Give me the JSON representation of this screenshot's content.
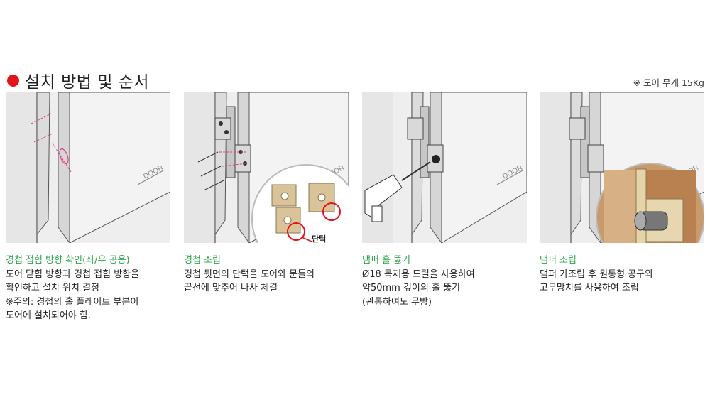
{
  "section": {
    "title": "설치 방법 및 순서",
    "note": "※ 도어 무게 15Kg"
  },
  "colors": {
    "accent_red": "#e3141b",
    "step_title_green": "#2aa34a",
    "panel_bg": "#eeeeee",
    "guide_magenta": "#e0408a"
  },
  "steps": [
    {
      "title": "경첩 접힘 방향 확인(좌/우 공용)",
      "lines": [
        "도어 닫힘 방향과 경첩 접힘 방향을",
        "확인하고 설치 위치 결정",
        "※주의: 경첩의 홀 플레이트 부분이",
        "도어에 설치되어야 함."
      ],
      "door_label": "DOOR"
    },
    {
      "title": "경첩 조립",
      "lines": [
        "경첩 뒷면의 단턱을 도어와 문틀의",
        "끝선에 맞추어 나사 체결"
      ],
      "door_label": "DOOR",
      "callout": "단턱"
    },
    {
      "title": "댐퍼 홀 뚫기",
      "lines": [
        "Ø18 목재용 드릴을 사용하여",
        "약50mm 깊이의 홀 뚫기",
        "(관통하여도 무방)"
      ],
      "door_label": "DOOR"
    },
    {
      "title": "댐퍼 조립",
      "lines": [
        "댐퍼 가조립 후 원통형 공구와",
        "고무망치를 사용하여 조립"
      ],
      "door_label": "DOOR"
    }
  ]
}
